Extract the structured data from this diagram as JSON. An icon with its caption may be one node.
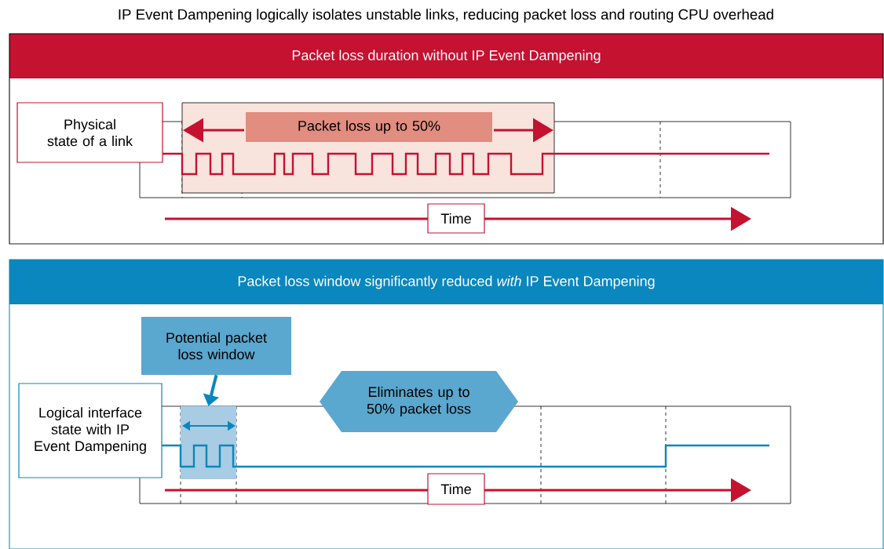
{
  "diagram": {
    "title": "IP Event Dampening logically isolates unstable links, reducing packet loss and routing CPU overhead",
    "nodes": [
      {
        "text": [
          "Packet loss duration without  IP Event Dampening"
        ]
      },
      {
        "text": [
          "Physical state of a link"
        ],
        "in": 0
      },
      {
        "text": [
          "Packet loss up to 50%"
        ],
        "in": 0
      },
      {
        "text": [
          "Time"
        ],
        "in": 0
      },
      {
        "text": [
          "Packet loss window significantly reduced *with* IP Event Dampening"
        ]
      },
      {
        "text": [
          "Potential packet loss window"
        ],
        "in": 4
      },
      {
        "text": [
          "Eliminates up to 50% packet loss"
        ],
        "in": 4
      },
      {
        "text": [
          "Logical interface state with IP Event Dampening"
        ],
        "in": 4
      },
      {
        "text": [],
        "shape": "box",
        "in": 4
      },
      {
        "text": [
          "Time"
        ],
        "in": 4
      }
    ],
    "edges": [
      {
        "from": 5,
        "to": 8,
        "arrow": "to"
      }
    ]
  }
}
